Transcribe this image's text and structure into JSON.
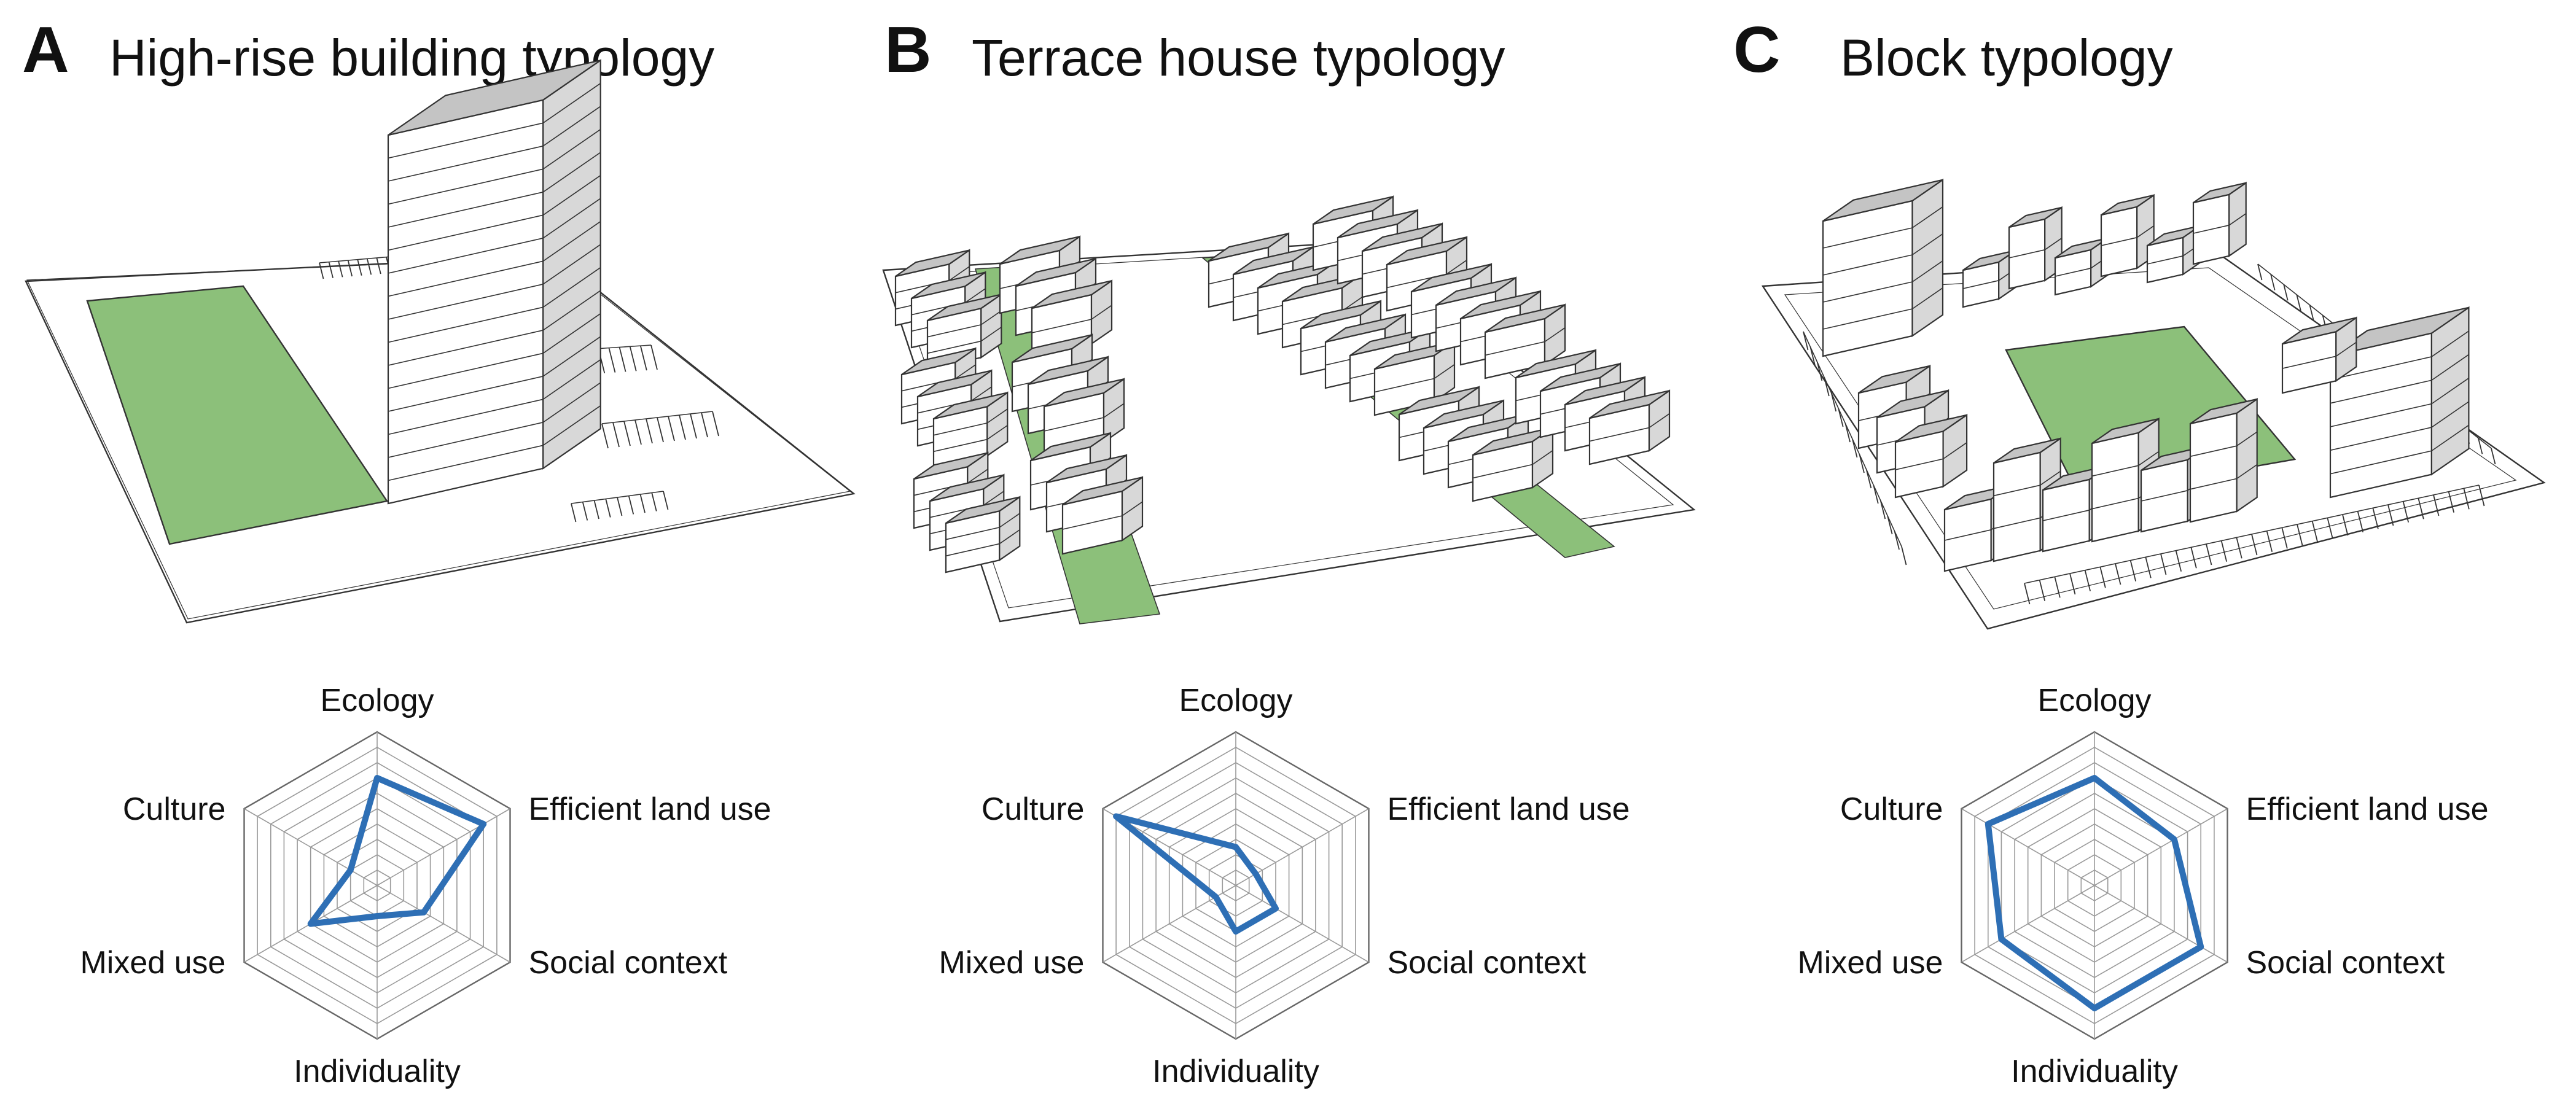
{
  "panels": [
    {
      "letter": "A",
      "title": "High-rise building typology",
      "scene": "highrise"
    },
    {
      "letter": "B",
      "title": "Terrace house typology",
      "scene": "terrace"
    },
    {
      "letter": "C",
      "title": "Block typology",
      "scene": "block"
    }
  ],
  "colors": {
    "green": "#8cc07a",
    "box_top": "#c4c4c4",
    "box_side": "#ffffff",
    "outline": "#333333",
    "radar_line": "#2e6fb5",
    "grid": "#9a9a9a"
  },
  "chart_data": [
    {
      "type": "radar",
      "axes": [
        "Ecology",
        "Efficient land use",
        "Social context",
        "Individuality",
        "Mixed use",
        "Culture"
      ],
      "rings": 10,
      "max": 10,
      "values": [
        7,
        8,
        3.5,
        2,
        5,
        2
      ]
    },
    {
      "type": "radar",
      "axes": [
        "Ecology",
        "Efficient land use",
        "Social context",
        "Individuality",
        "Mixed use",
        "Culture"
      ],
      "rings": 10,
      "max": 10,
      "values": [
        2.5,
        1.5,
        3,
        3,
        1.5,
        9
      ]
    },
    {
      "type": "radar",
      "axes": [
        "Ecology",
        "Efficient land use",
        "Social context",
        "Individuality",
        "Mixed use",
        "Culture"
      ],
      "rings": 10,
      "max": 10,
      "values": [
        7,
        6,
        8,
        8,
        7,
        8
      ]
    }
  ]
}
